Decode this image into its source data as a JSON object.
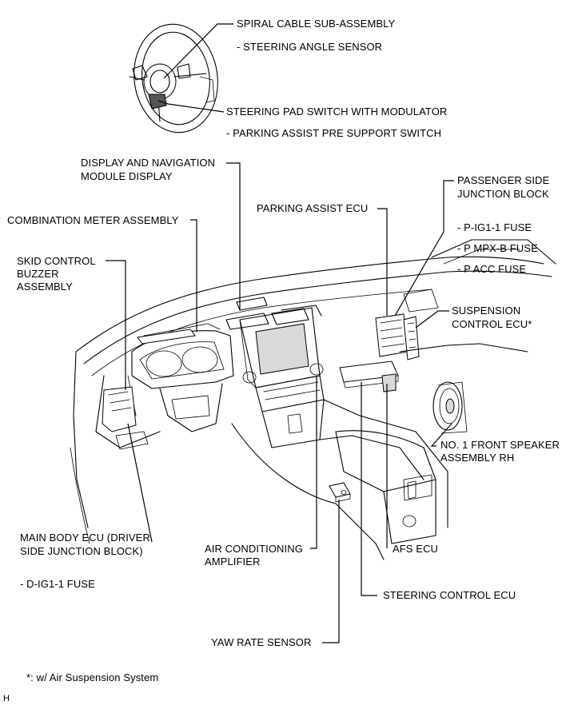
{
  "labels": {
    "spiral_cable": "SPIRAL CABLE SUB-ASSEMBLY",
    "steering_angle_sensor": "- STEERING ANGLE SENSOR",
    "steering_pad_switch": "STEERING PAD SWITCH WITH MODULATOR",
    "parking_assist_pre_support_switch": "- PARKING ASSIST PRE SUPPORT SWITCH",
    "display_nav_line1": "DISPLAY AND NAVIGATION",
    "display_nav_line2": "MODULE DISPLAY",
    "passenger_jb_line1": "PASSENGER SIDE",
    "passenger_jb_line2": "JUNCTION BLOCK",
    "parking_assist_ecu": "PARKING ASSIST ECU",
    "combination_meter": "COMBINATION METER ASSEMBLY",
    "p_ig1_1_fuse": "- P-IG1-1 FUSE",
    "p_mpx_b_fuse": "- P MPX-B FUSE",
    "p_acc_fuse": "- P ACC FUSE",
    "skid_control_line1": "SKID CONTROL",
    "skid_control_line2": "BUZZER",
    "skid_control_line3": "ASSEMBLY",
    "suspension_ecu_line1": "SUSPENSION",
    "suspension_ecu_line2": "CONTROL ECU*",
    "front_speaker_line1": "NO. 1 FRONT SPEAKER",
    "front_speaker_line2": "ASSEMBLY RH",
    "main_body_ecu_line1": "MAIN BODY ECU (DRIVER",
    "main_body_ecu_line2": "SIDE JUNCTION BLOCK)",
    "air_conditioning_line1": "AIR CONDITIONING",
    "air_conditioning_line2": "AMPLIFIER",
    "afs_ecu": "AFS ECU",
    "d_ig1_1_fuse": "- D-IG1-1 FUSE",
    "steering_control_ecu": "STEERING CONTROL ECU",
    "yaw_rate_sensor": "YAW RATE SENSOR",
    "footnote": "*: w/ Air Suspension System",
    "corner_mark": "H"
  }
}
